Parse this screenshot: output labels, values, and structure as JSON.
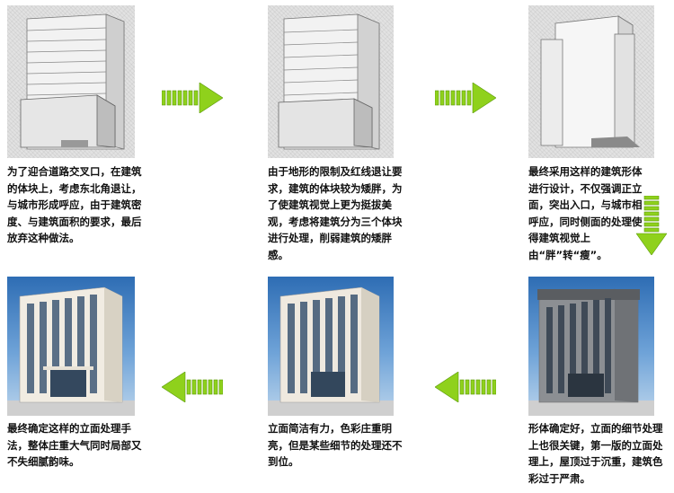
{
  "captions": {
    "step1": "为了迎合道路交叉口，在建筑的体块上，考虑东北角退让，与城市形成呼应，由于建筑密度、与建筑面积的要求，最后放弃这种做法。",
    "step2": "由于地形的限制及红线退让要求，建筑的体块较为矮胖，为了使建筑视觉上更为挺拔美观，考虑将建筑分为三个体块进行处理，削弱建筑的矮胖感。",
    "step3": "最终采用这样的建筑形体进行设计，不仅强调正立面，突出入口，与城市相呼应，同时侧面的处理使得建筑视觉上由“胖”转“瘦”。",
    "step4": "形体确定好，立面的细节处理上也很关键，第一版的立面处理上，屋顶过于沉重，建筑色彩过于严肃。",
    "step5": "立面简洁有力，色彩庄重明亮，但是某些细节的处理还不到位。",
    "step6": "最终确定这样的立面处理手法，整体庄重大气同时局部又不失细腻韵味。"
  },
  "colors": {
    "arrow": "#8fd11c",
    "arrow_dark": "#5a9a08"
  },
  "icons": {
    "arrow": "arrow-icon"
  }
}
